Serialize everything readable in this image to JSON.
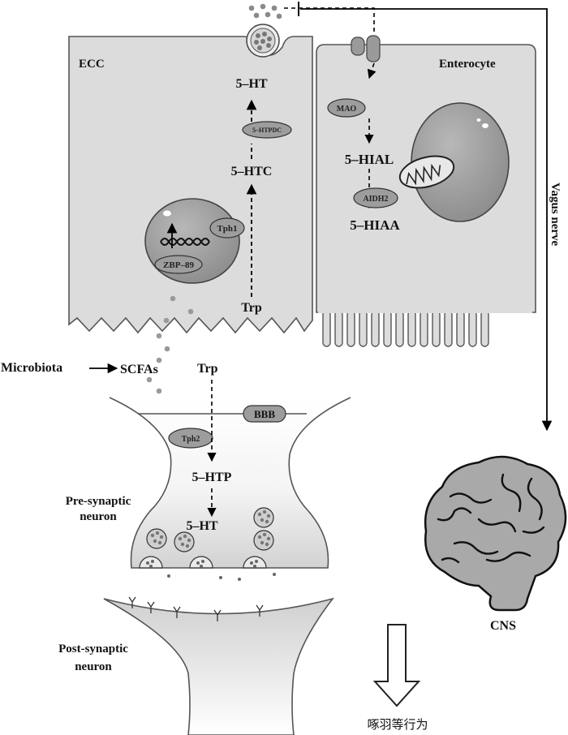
{
  "cells": {
    "ecc": "ECC",
    "enterocyte": "Enterocyte"
  },
  "ecc_pathway": {
    "product": "5–HT",
    "enzyme_decarboxylase": "5–HTPDC",
    "intermediate": "5–HTC",
    "enzyme_hydroxylase": "Tph1",
    "transcription_factor": "ZBP–89",
    "substrate": "Trp"
  },
  "enterocyte_pathway": {
    "enzyme_oxidase": "MAO",
    "intermediate": "5–HIAL",
    "enzyme_dehydrogenase": "AIDH2",
    "product": "5–HIAA"
  },
  "gut_lumen": {
    "microbiota": "Microbiota",
    "scfas": "SCFAs",
    "trp": "Trp"
  },
  "neuron": {
    "barrier": "BBB",
    "enzyme": "Tph2",
    "intermediate": "5–HTP",
    "product": "5–HT",
    "pre_label": "Pre-synaptic\nneuron",
    "post_label": "Post-synaptic\nneuron"
  },
  "nerve": {
    "vagus": "Vagus nerve",
    "cns": "CNS"
  },
  "outcome": {
    "behavior": "啄羽等行为"
  },
  "colors": {
    "cell_fill": "#dcdcdc",
    "cell_stroke": "#555555",
    "nucleus_fill": "#9a9a9a",
    "enzyme_fill": "#9d9d9d",
    "dot": "#8a8a8a",
    "line": "#000000",
    "brain_fill": "#a9a9a9"
  }
}
